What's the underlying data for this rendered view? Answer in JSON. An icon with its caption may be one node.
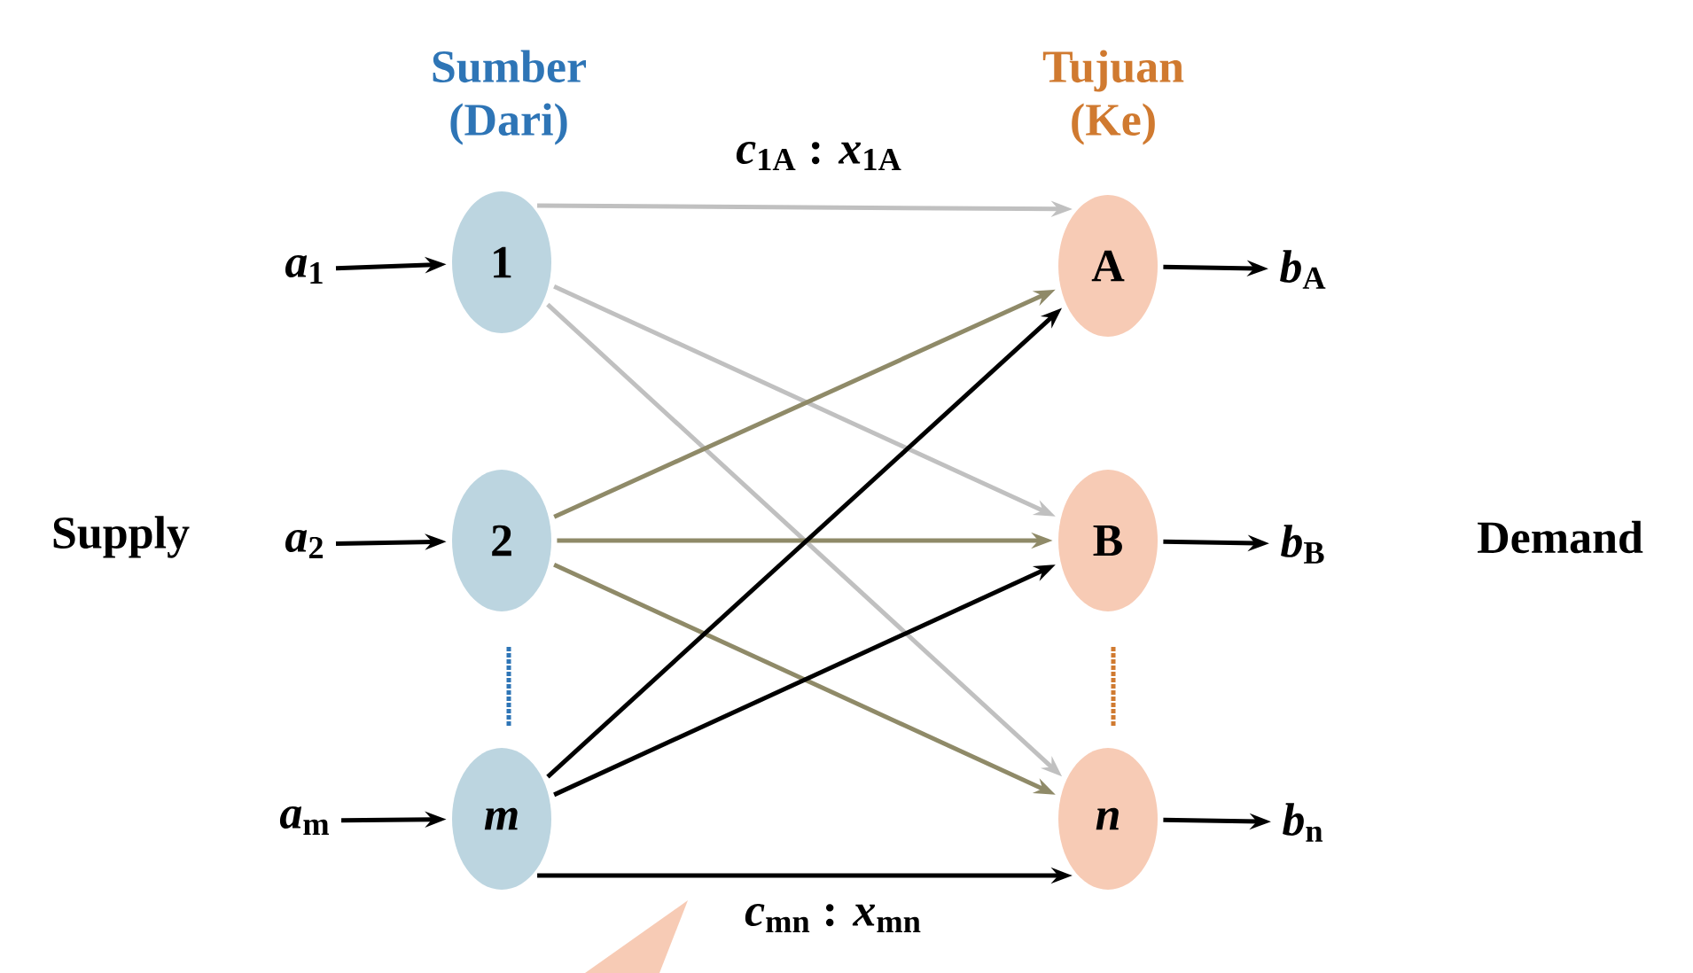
{
  "diagram": {
    "nodes": [
      {
        "text": [
          "*a*$_{1}$"
        ]
      },
      {
        "text": [
          "1"
        ]
      },
      {
        "text": [
          "A"
        ]
      },
      {
        "text": [
          "*b*$_{A}$"
        ]
      },
      {
        "text": [
          "*a*$_{2}$"
        ]
      },
      {
        "text": [
          "2"
        ]
      },
      {
        "text": [
          "B"
        ]
      },
      {
        "text": [
          "*b*$_{B}$"
        ]
      },
      {
        "text": [
          "*a*$_{m}$"
        ]
      },
      {
        "text": [
          "*m*"
        ]
      },
      {
        "text": [
          "*n*"
        ]
      },
      {
        "text": [
          "*b*$_{n}$"
        ]
      }
    ],
    "edges": [
      {
        "from": 0,
        "to": 1,
        "arrow": "to"
      },
      {
        "from": 1,
        "to": 2,
        "arrow": "to",
        "label": "*c*$_{1A}$ : *x*$_{1A}$",
        "color": "#c0c0c0"
      },
      {
        "from": 1,
        "to": 6,
        "arrow": "to",
        "color": "#c0c0c0"
      },
      {
        "from": 1,
        "to": 10,
        "arrow": "to",
        "color": "#c0c0c0"
      },
      {
        "from": 2,
        "to": 3,
        "arrow": "to"
      },
      {
        "from": 4,
        "to": 5,
        "arrow": "to"
      },
      {
        "from": 5,
        "to": 2,
        "arrow": "to",
        "color": "#8f8a68"
      },
      {
        "from": 5,
        "to": 6,
        "arrow": "to",
        "color": "#8f8a68"
      },
      {
        "from": 5,
        "to": 10,
        "arrow": "to",
        "color": "#8f8a68"
      },
      {
        "from": 6,
        "to": 7,
        "arrow": "to"
      },
      {
        "from": 8,
        "to": 9,
        "arrow": "to"
      },
      {
        "from": 9,
        "to": 2,
        "arrow": "to"
      },
      {
        "from": 9,
        "to": 6,
        "arrow": "to"
      },
      {
        "from": 9,
        "to": 10,
        "arrow": "to",
        "label": "*c*$_{mn}$ : *x*$_{mn}$"
      },
      {
        "from": 10,
        "to": 11,
        "arrow": "to"
      }
    ],
    "labels": [
      "Sumber (Dari)",
      "Tujuan (Ke)",
      "Supply",
      "Demand"
    ]
  }
}
